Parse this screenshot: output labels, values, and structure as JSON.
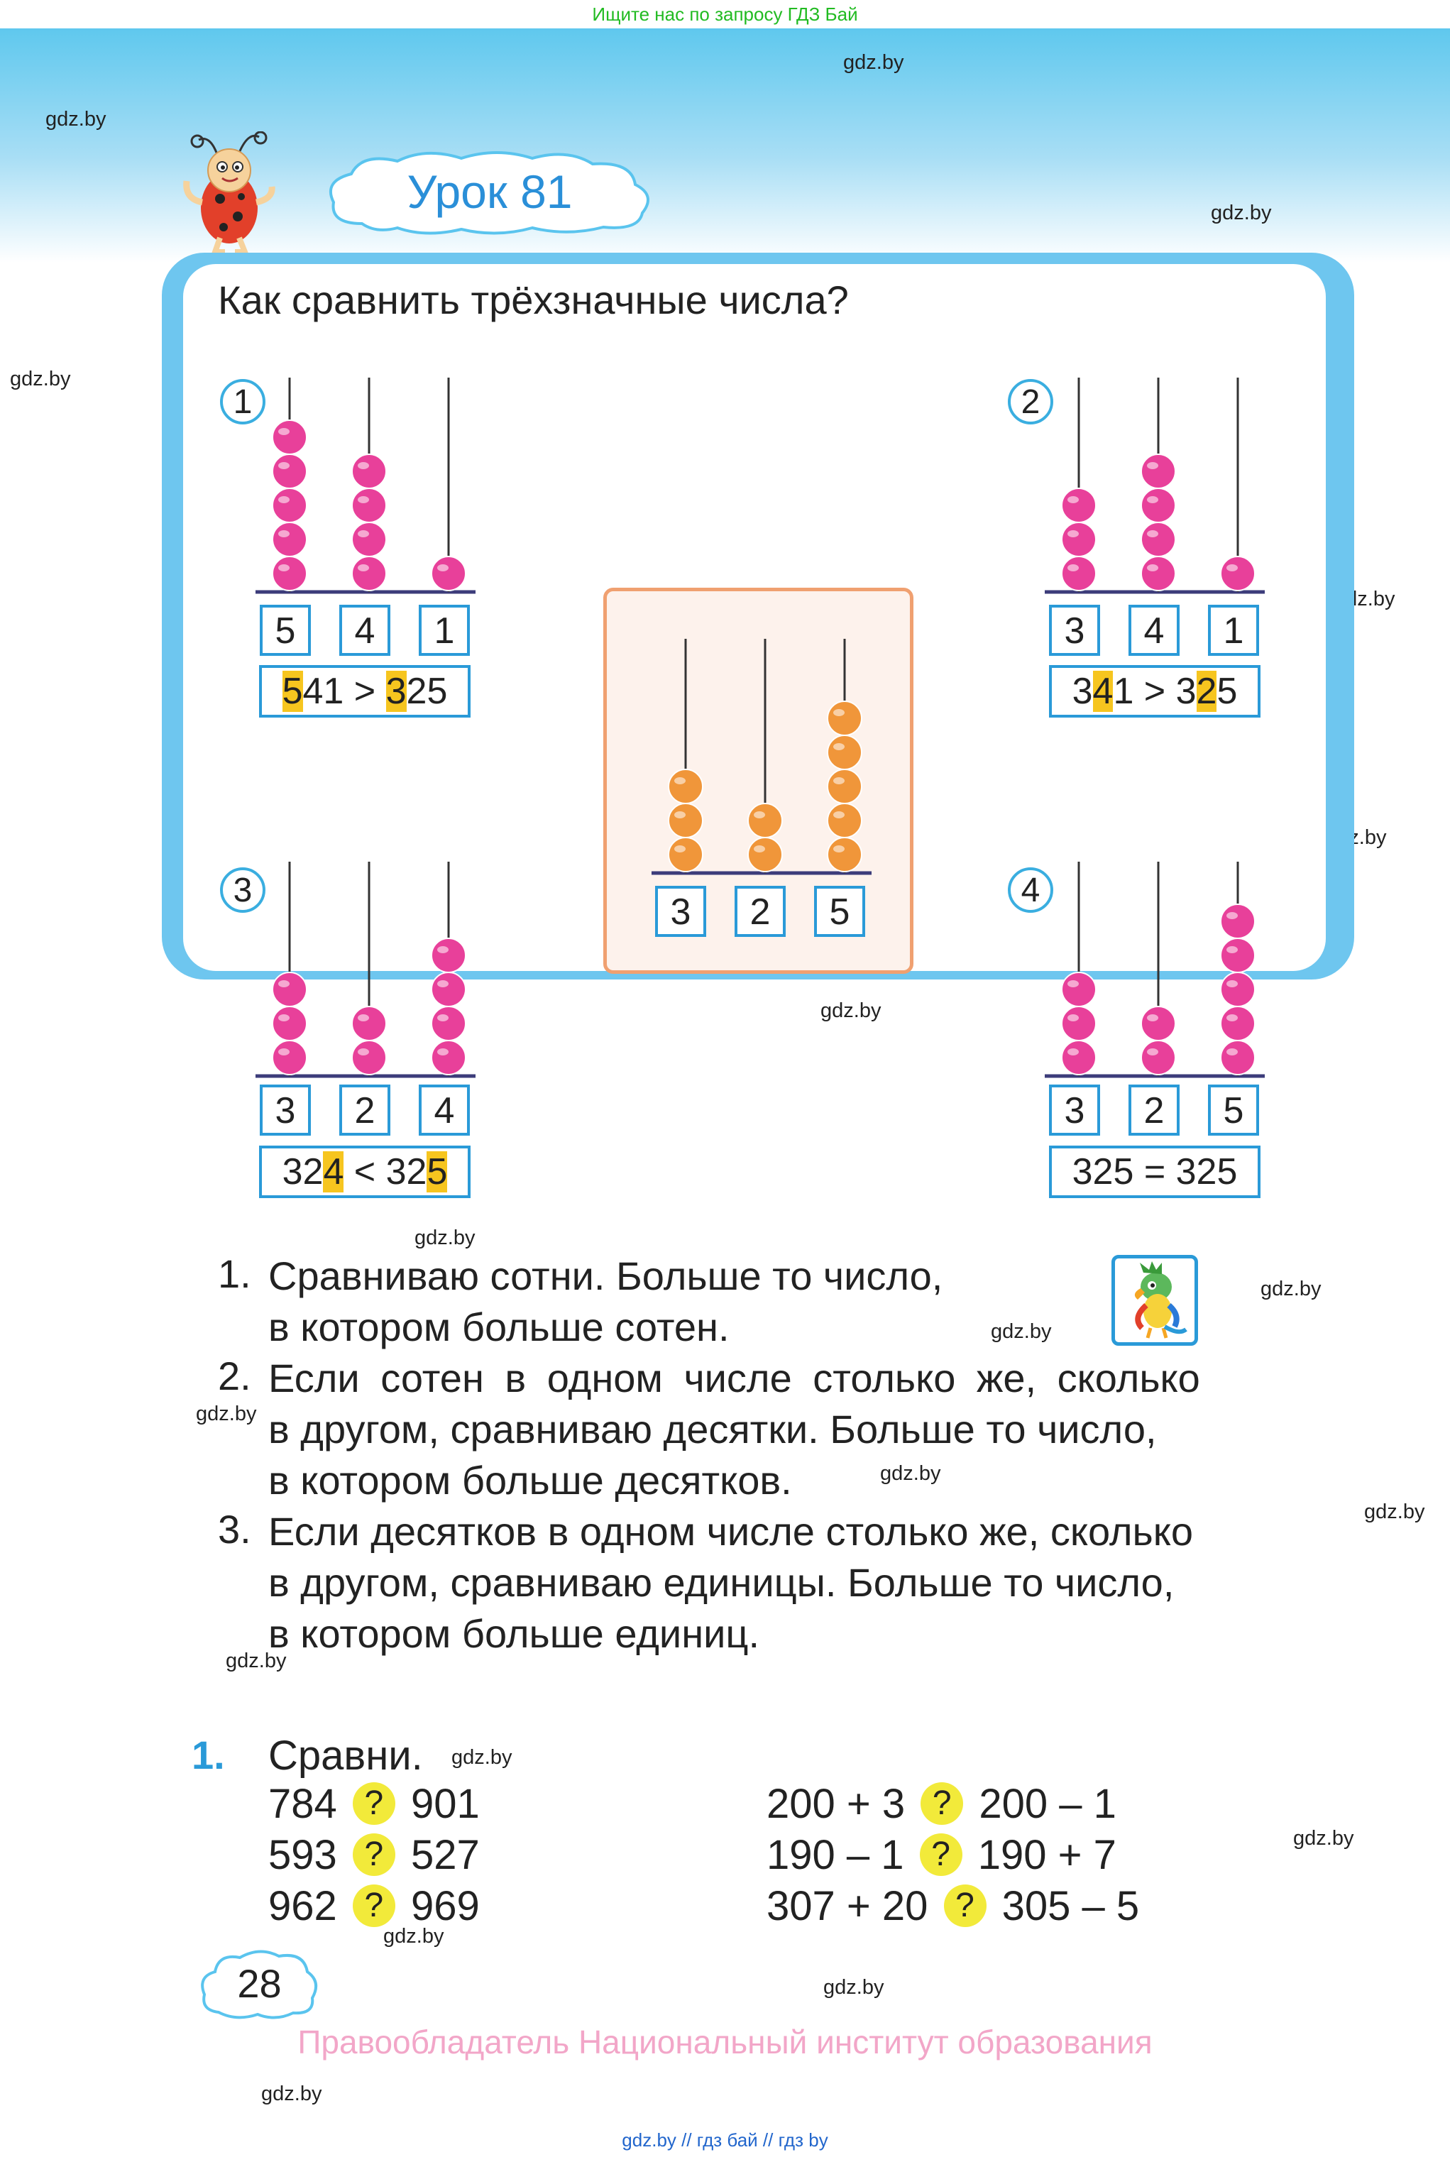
{
  "header": {
    "search_hint": "Ищите нас по запросу ГДЗ Бай"
  },
  "lesson": {
    "title": "Урок 81"
  },
  "panel": {
    "question": "Как сравнить трёхзначные числа?",
    "examples": [
      {
        "num": "1",
        "beads": [
          5,
          4,
          1
        ],
        "digits": [
          "5",
          "4",
          "1"
        ],
        "cmp": [
          [
            "5",
            true
          ],
          [
            "41 > ",
            false
          ],
          [
            "3",
            true
          ],
          [
            "25",
            false
          ]
        ]
      },
      {
        "num": "2",
        "beads": [
          3,
          4,
          1
        ],
        "digits": [
          "3",
          "4",
          "1"
        ],
        "cmp": [
          [
            "3",
            false
          ],
          [
            "4",
            true
          ],
          [
            "1 > 3",
            false
          ],
          [
            "2",
            true
          ],
          [
            "5",
            false
          ]
        ]
      },
      {
        "num": "3",
        "beads": [
          3,
          2,
          4
        ],
        "digits": [
          "3",
          "2",
          "4"
        ],
        "cmp": [
          [
            "32",
            false
          ],
          [
            "4",
            true
          ],
          [
            " < 32",
            false
          ],
          [
            "5",
            true
          ]
        ]
      },
      {
        "num": "4",
        "beads": [
          3,
          2,
          5
        ],
        "digits": [
          "3",
          "2",
          "5"
        ],
        "cmp": [
          [
            "325 = 325",
            false
          ]
        ]
      }
    ],
    "center": {
      "beads": [
        3,
        2,
        5
      ],
      "digits": [
        "3",
        "2",
        "5"
      ]
    },
    "rules": [
      {
        "num": "1.",
        "lines": [
          "Сравниваю сотни. Больше то число,",
          "в котором больше сотен."
        ]
      },
      {
        "num": "2.",
        "lines": [
          "Если сотен в одном числе столько же, сколько",
          "в другом, сравниваю десятки. Больше то число,",
          "в котором больше десятков."
        ]
      },
      {
        "num": "3.",
        "lines": [
          "Если десятков в одном числе столько же, сколько",
          "в другом, сравниваю единицы. Больше то число,",
          "в котором больше единиц."
        ]
      }
    ]
  },
  "exercise": {
    "num": "1.",
    "title": "Сравни.",
    "qmark": "?",
    "left": [
      [
        "784",
        "901"
      ],
      [
        "593",
        "527"
      ],
      [
        "962",
        "969"
      ]
    ],
    "right": [
      [
        "200 + 3",
        "200 – 1"
      ],
      [
        "190 – 1",
        "190 + 7"
      ],
      [
        "307 + 20",
        "305 – 5"
      ]
    ]
  },
  "page_number": "28",
  "copyright": "Правообладатель Национальный институт образования",
  "footer": "gdz.by  //  гдз бай  //  гдз by",
  "watermark": "gdz.by",
  "colors": {
    "pink_bead": "#e8409a",
    "orange_bead": "#f0963a",
    "blue_frame": "#6ec6ef",
    "highlight": "#f6c51f"
  }
}
